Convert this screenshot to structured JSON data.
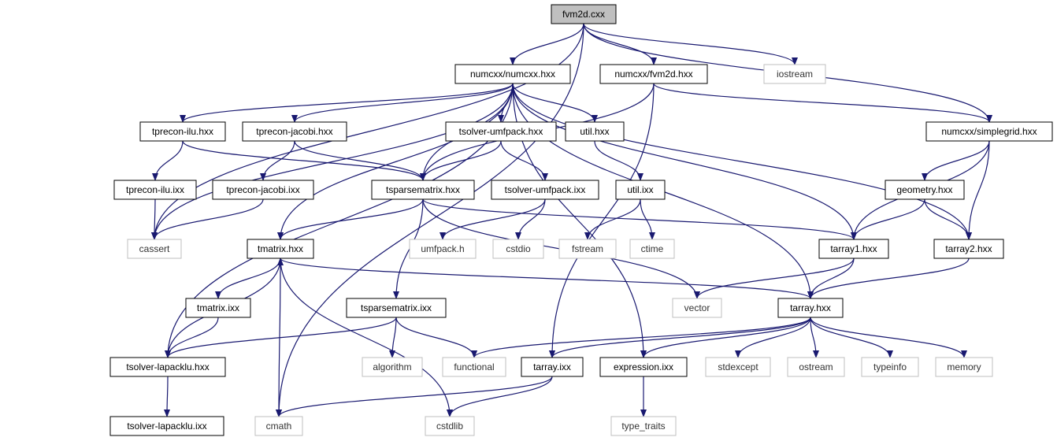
{
  "colors": {
    "edge": "#191970",
    "root_fill": "#bfbfbf",
    "local_border": "#000000",
    "system_border": "#bfbfbf",
    "background": "#ffffff"
  },
  "nodes": {
    "fvm2d_cxx": {
      "label": "fvm2d.cxx",
      "kind": "root"
    },
    "numcxx_numcxx_hxx": {
      "label": "numcxx/numcxx.hxx",
      "kind": "local"
    },
    "numcxx_fvm2d_hxx": {
      "label": "numcxx/fvm2d.hxx",
      "kind": "local"
    },
    "iostream": {
      "label": "iostream",
      "kind": "system"
    },
    "numcxx_simplegrid_hxx": {
      "label": "numcxx/simplegrid.hxx",
      "kind": "local"
    },
    "tprecon_ilu_hxx": {
      "label": "tprecon-ilu.hxx",
      "kind": "local"
    },
    "tprecon_jacobi_hxx": {
      "label": "tprecon-jacobi.hxx",
      "kind": "local"
    },
    "tsolver_umfpack_hxx": {
      "label": "tsolver-umfpack.hxx",
      "kind": "local"
    },
    "util_hxx": {
      "label": "util.hxx",
      "kind": "local"
    },
    "tprecon_ilu_ixx": {
      "label": "tprecon-ilu.ixx",
      "kind": "local"
    },
    "tprecon_jacobi_ixx": {
      "label": "tprecon-jacobi.ixx",
      "kind": "local"
    },
    "tsparsematrix_hxx": {
      "label": "tsparsematrix.hxx",
      "kind": "local"
    },
    "tsolver_umfpack_ixx": {
      "label": "tsolver-umfpack.ixx",
      "kind": "local"
    },
    "util_ixx": {
      "label": "util.ixx",
      "kind": "local"
    },
    "geometry_hxx": {
      "label": "geometry.hxx",
      "kind": "local"
    },
    "cassert": {
      "label": "cassert",
      "kind": "system"
    },
    "tmatrix_hxx": {
      "label": "tmatrix.hxx",
      "kind": "local"
    },
    "umfpack_h": {
      "label": "umfpack.h",
      "kind": "system"
    },
    "cstdio": {
      "label": "cstdio",
      "kind": "system"
    },
    "fstream": {
      "label": "fstream",
      "kind": "system"
    },
    "ctime": {
      "label": "ctime",
      "kind": "system"
    },
    "tarray1_hxx": {
      "label": "tarray1.hxx",
      "kind": "local"
    },
    "tarray2_hxx": {
      "label": "tarray2.hxx",
      "kind": "local"
    },
    "tmatrix_ixx": {
      "label": "tmatrix.ixx",
      "kind": "local"
    },
    "tsparsematrix_ixx": {
      "label": "tsparsematrix.ixx",
      "kind": "local"
    },
    "vector": {
      "label": "vector",
      "kind": "system"
    },
    "tarray_hxx": {
      "label": "tarray.hxx",
      "kind": "local"
    },
    "tsolver_lapacklu_hxx": {
      "label": "tsolver-lapacklu.hxx",
      "kind": "local"
    },
    "algorithm": {
      "label": "algorithm",
      "kind": "system"
    },
    "functional": {
      "label": "functional",
      "kind": "system"
    },
    "tarray_ixx": {
      "label": "tarray.ixx",
      "kind": "local"
    },
    "expression_ixx": {
      "label": "expression.ixx",
      "kind": "local"
    },
    "stdexcept": {
      "label": "stdexcept",
      "kind": "system"
    },
    "ostream": {
      "label": "ostream",
      "kind": "system"
    },
    "typeinfo": {
      "label": "typeinfo",
      "kind": "system"
    },
    "memory": {
      "label": "memory",
      "kind": "system"
    },
    "tsolver_lapacklu_ixx": {
      "label": "tsolver-lapacklu.ixx",
      "kind": "local"
    },
    "cmath": {
      "label": "cmath",
      "kind": "system"
    },
    "cstdlib": {
      "label": "cstdlib",
      "kind": "system"
    },
    "type_traits": {
      "label": "type_traits",
      "kind": "system"
    }
  },
  "edges": [
    [
      "fvm2d_cxx",
      "numcxx_numcxx_hxx"
    ],
    [
      "fvm2d_cxx",
      "numcxx_fvm2d_hxx"
    ],
    [
      "fvm2d_cxx",
      "iostream"
    ],
    [
      "fvm2d_cxx",
      "numcxx_simplegrid_hxx"
    ],
    [
      "fvm2d_cxx",
      "cassert"
    ],
    [
      "fvm2d_cxx",
      "cmath"
    ],
    [
      "numcxx_numcxx_hxx",
      "tprecon_ilu_hxx"
    ],
    [
      "numcxx_numcxx_hxx",
      "tprecon_jacobi_hxx"
    ],
    [
      "numcxx_numcxx_hxx",
      "tsolver_umfpack_hxx"
    ],
    [
      "numcxx_numcxx_hxx",
      "util_hxx"
    ],
    [
      "numcxx_numcxx_hxx",
      "tsparsematrix_hxx"
    ],
    [
      "numcxx_numcxx_hxx",
      "tmatrix_hxx"
    ],
    [
      "numcxx_numcxx_hxx",
      "tarray1_hxx"
    ],
    [
      "numcxx_numcxx_hxx",
      "tarray2_hxx"
    ],
    [
      "numcxx_numcxx_hxx",
      "tarray_hxx"
    ],
    [
      "numcxx_numcxx_hxx",
      "expression_ixx"
    ],
    [
      "numcxx_numcxx_hxx",
      "tsolver_lapacklu_hxx"
    ],
    [
      "numcxx_numcxx_hxx",
      "cassert"
    ],
    [
      "numcxx_fvm2d_hxx",
      "numcxx_simplegrid_hxx"
    ],
    [
      "numcxx_fvm2d_hxx",
      "tsparsematrix_hxx"
    ],
    [
      "numcxx_fvm2d_hxx",
      "tarray_ixx"
    ],
    [
      "numcxx_simplegrid_hxx",
      "geometry_hxx"
    ],
    [
      "numcxx_simplegrid_hxx",
      "tarray1_hxx"
    ],
    [
      "numcxx_simplegrid_hxx",
      "tarray2_hxx"
    ],
    [
      "tprecon_ilu_hxx",
      "tprecon_ilu_ixx"
    ],
    [
      "tprecon_ilu_hxx",
      "tsparsematrix_hxx"
    ],
    [
      "tprecon_jacobi_hxx",
      "tprecon_jacobi_ixx"
    ],
    [
      "tprecon_jacobi_hxx",
      "tsparsematrix_hxx"
    ],
    [
      "tsolver_umfpack_hxx",
      "tsparsematrix_hxx"
    ],
    [
      "tsolver_umfpack_hxx",
      "tsolver_umfpack_ixx"
    ],
    [
      "util_hxx",
      "util_ixx"
    ],
    [
      "tprecon_ilu_ixx",
      "cassert"
    ],
    [
      "tprecon_jacobi_ixx",
      "cassert"
    ],
    [
      "tsparsematrix_hxx",
      "tmatrix_hxx"
    ],
    [
      "tsparsematrix_hxx",
      "tarray1_hxx"
    ],
    [
      "tsparsematrix_hxx",
      "tsparsematrix_ixx"
    ],
    [
      "tsparsematrix_hxx",
      "vector"
    ],
    [
      "tsolver_umfpack_ixx",
      "umfpack_h"
    ],
    [
      "tsolver_umfpack_ixx",
      "cstdio"
    ],
    [
      "util_ixx",
      "fstream"
    ],
    [
      "util_ixx",
      "ctime"
    ],
    [
      "geometry_hxx",
      "tarray1_hxx"
    ],
    [
      "geometry_hxx",
      "tarray2_hxx"
    ],
    [
      "tmatrix_hxx",
      "tmatrix_ixx"
    ],
    [
      "tmatrix_hxx",
      "tarray_hxx"
    ],
    [
      "tmatrix_hxx",
      "cmath"
    ],
    [
      "tmatrix_hxx",
      "cstdlib"
    ],
    [
      "tarray1_hxx",
      "vector"
    ],
    [
      "tarray1_hxx",
      "tarray_hxx"
    ],
    [
      "tarray2_hxx",
      "tarray_hxx"
    ],
    [
      "tmatrix_ixx",
      "tsolver_lapacklu_hxx"
    ],
    [
      "tsparsematrix_ixx",
      "tsolver_lapacklu_hxx"
    ],
    [
      "tsparsematrix_ixx",
      "algorithm"
    ],
    [
      "tsparsematrix_ixx",
      "functional"
    ],
    [
      "tarray_hxx",
      "functional"
    ],
    [
      "tarray_hxx",
      "tarray_ixx"
    ],
    [
      "tarray_hxx",
      "expression_ixx"
    ],
    [
      "tarray_hxx",
      "stdexcept"
    ],
    [
      "tarray_hxx",
      "ostream"
    ],
    [
      "tarray_hxx",
      "typeinfo"
    ],
    [
      "tarray_hxx",
      "memory"
    ],
    [
      "tsolver_lapacklu_hxx",
      "tmatrix_hxx"
    ],
    [
      "tsolver_lapacklu_hxx",
      "tsolver_lapacklu_ixx"
    ],
    [
      "tarray_ixx",
      "cmath"
    ],
    [
      "tarray_ixx",
      "cstdlib"
    ],
    [
      "expression_ixx",
      "type_traits"
    ]
  ]
}
